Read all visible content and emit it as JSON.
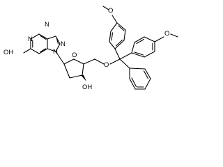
{
  "molecule": {
    "atoms": {
      "purine_n1": "N",
      "purine_n3": "N",
      "purine_n7": "N",
      "purine_n9": "N",
      "hydroxyl_6": "OH",
      "ring_oxygen": "O",
      "hydroxyl_3p": "OH",
      "ether_oxygen": "O",
      "methoxy_left_o": "O",
      "methoxy_right_o": "O"
    }
  }
}
